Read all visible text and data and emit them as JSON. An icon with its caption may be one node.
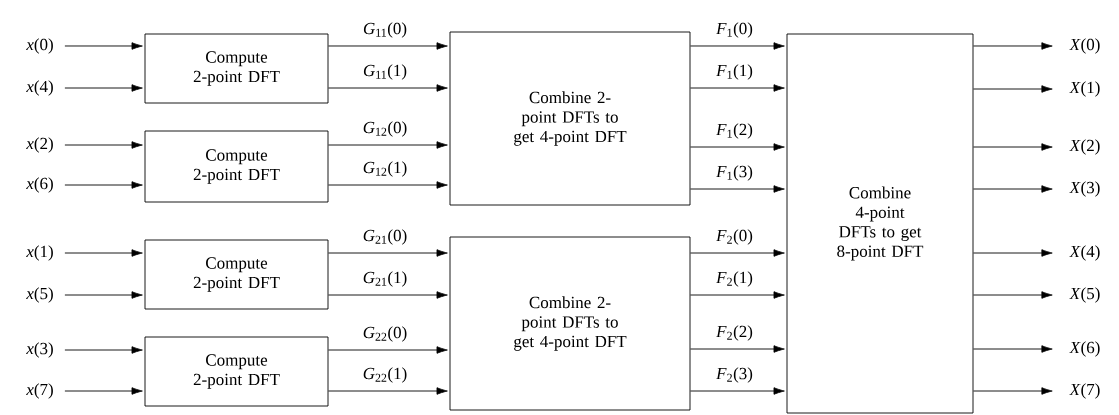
{
  "diagram": {
    "nodes": [
      {
        "text": [
          "*x*(0)"
        ]
      },
      {
        "text": [
          "*x*(4)"
        ]
      },
      {
        "text": [
          "*x*(2)"
        ]
      },
      {
        "text": [
          "*x*(6)"
        ]
      },
      {
        "text": [
          "*x*(1)"
        ]
      },
      {
        "text": [
          "*x*(5)"
        ]
      },
      {
        "text": [
          "*x*(3)"
        ]
      },
      {
        "text": [
          "*x*(7)"
        ]
      },
      {
        "text": [
          "Compute 2-point DFT"
        ]
      },
      {
        "text": [
          "Compute 2-point DFT"
        ]
      },
      {
        "text": [
          "Compute 2-point DFT"
        ]
      },
      {
        "text": [
          "Compute 2-point DFT"
        ]
      },
      {
        "text": [
          "Combine 2-point DFTs to get 4-point DFT"
        ]
      },
      {
        "text": [
          "Combine 2-point DFTs to get 4-point DFT"
        ]
      },
      {
        "text": [
          "Combine 4-point DFTs to get 8-point DFT"
        ]
      },
      {
        "text": [
          "*X*(0)"
        ]
      },
      {
        "text": [
          "*X*(1)"
        ]
      },
      {
        "text": [
          "*X*(2)"
        ]
      },
      {
        "text": [
          "*X*(3)"
        ]
      },
      {
        "text": [
          "*X*(4)"
        ]
      },
      {
        "text": [
          "*X*(5)"
        ]
      },
      {
        "text": [
          "*X*(6)"
        ]
      },
      {
        "text": [
          "*X*(7)"
        ]
      }
    ],
    "edges": [
      {
        "from": 0,
        "to": 8,
        "arrow": "to"
      },
      {
        "from": 1,
        "to": 8,
        "arrow": "to"
      },
      {
        "from": 2,
        "to": 9,
        "arrow": "to"
      },
      {
        "from": 3,
        "to": 9,
        "arrow": "to"
      },
      {
        "from": 4,
        "to": 10,
        "arrow": "to"
      },
      {
        "from": 5,
        "to": 10,
        "arrow": "to"
      },
      {
        "from": 6,
        "to": 11,
        "arrow": "to"
      },
      {
        "from": 7,
        "to": 11,
        "arrow": "to"
      },
      {
        "from": 8,
        "to": 12,
        "arrow": "to",
        "label": "*G*$_{11}$(0)"
      },
      {
        "from": 8,
        "to": 12,
        "arrow": "to",
        "label": "*G*$_{11}$(1)"
      },
      {
        "from": 9,
        "to": 12,
        "arrow": "to",
        "label": "*G*$_{12}$(0)"
      },
      {
        "from": 9,
        "to": 12,
        "arrow": "to",
        "label": "*G*$_{12}$(1)"
      },
      {
        "from": 10,
        "to": 13,
        "arrow": "to",
        "label": "*G*$_{21}$(0)"
      },
      {
        "from": 10,
        "to": 13,
        "arrow": "to",
        "label": "*G*$_{21}$(1)"
      },
      {
        "from": 11,
        "to": 13,
        "arrow": "to",
        "label": "*G*$_{22}$(0)"
      },
      {
        "from": 11,
        "to": 13,
        "arrow": "to",
        "label": "*G*$_{22}$(1)"
      },
      {
        "from": 12,
        "to": 14,
        "arrow": "to",
        "label": "*F*$_{1}$(0)"
      },
      {
        "from": 12,
        "to": 14,
        "arrow": "to",
        "label": "*F*$_{1}$(1)"
      },
      {
        "from": 12,
        "to": 14,
        "arrow": "to",
        "label": "*F*$_{1}$(2)"
      },
      {
        "from": 12,
        "to": 14,
        "arrow": "to",
        "label": "*F*$_{1}$(3)"
      },
      {
        "from": 13,
        "to": 14,
        "arrow": "to",
        "label": "*F*$_{2}$(0)"
      },
      {
        "from": 13,
        "to": 14,
        "arrow": "to",
        "label": "*F*$_{2}$(1)"
      },
      {
        "from": 13,
        "to": 14,
        "arrow": "to",
        "label": "*F*$_{2}$(2)"
      },
      {
        "from": 13,
        "to": 14,
        "arrow": "to",
        "label": "*F*$_{2}$(3)"
      },
      {
        "from": 14,
        "to": 15,
        "arrow": "to"
      },
      {
        "from": 14,
        "to": 16,
        "arrow": "to"
      },
      {
        "from": 14,
        "to": 17,
        "arrow": "to"
      },
      {
        "from": 14,
        "to": 18,
        "arrow": "to"
      },
      {
        "from": 14,
        "to": 19,
        "arrow": "to"
      },
      {
        "from": 14,
        "to": 20,
        "arrow": "to"
      },
      {
        "from": 14,
        "to": 21,
        "arrow": "to"
      },
      {
        "from": 14,
        "to": 22,
        "arrow": "to"
      }
    ]
  }
}
